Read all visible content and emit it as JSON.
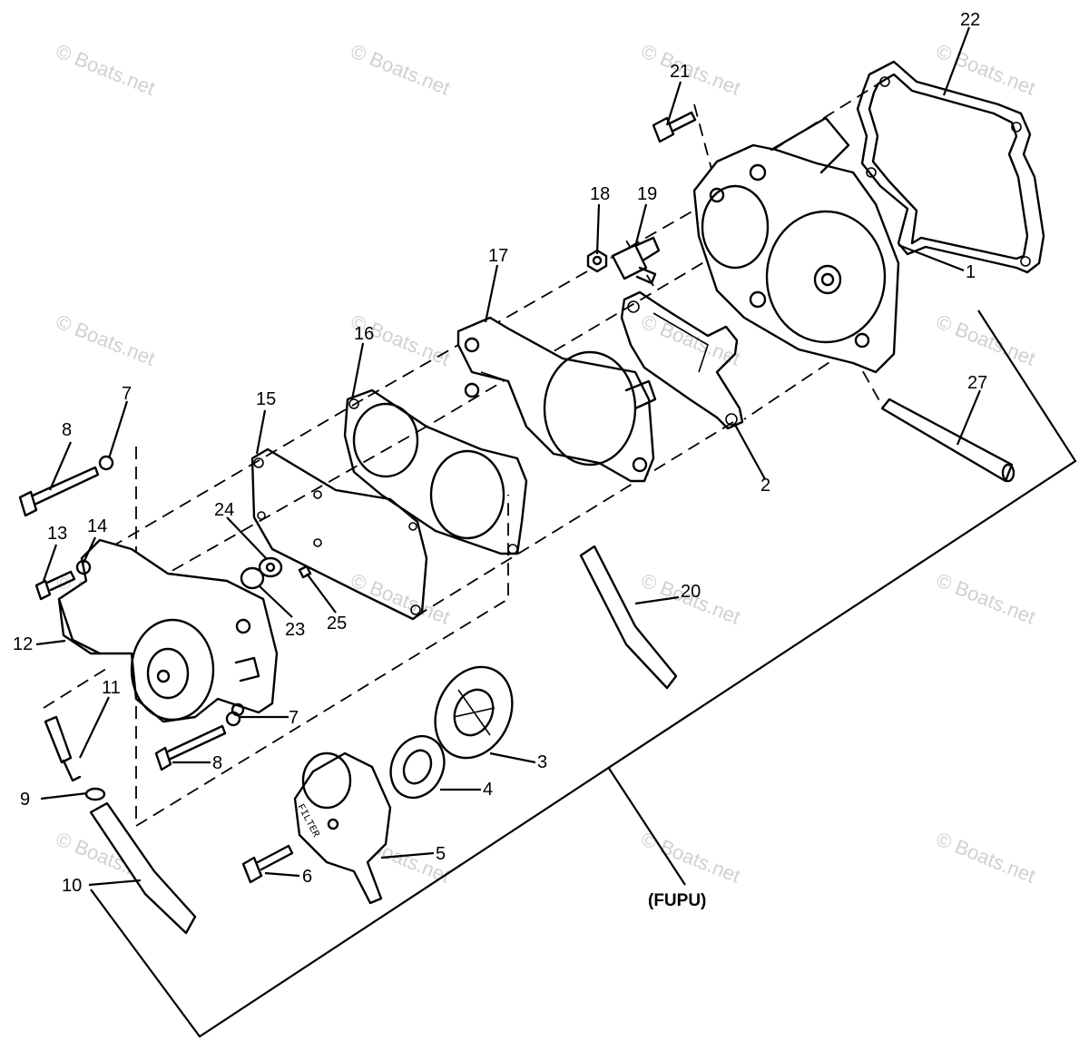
{
  "watermark": "© Boats.net",
  "assembly_label": "(FUPU)",
  "filter_text": "FILTER",
  "callouts": {
    "c1": "1",
    "c2": "2",
    "c3": "3",
    "c4": "4",
    "c5": "5",
    "c6": "6",
    "c7a": "7",
    "c7b": "7",
    "c8a": "8",
    "c8b": "8",
    "c9": "9",
    "c10": "10",
    "c11": "11",
    "c12": "12",
    "c13": "13",
    "c14": "14",
    "c15": "15",
    "c16": "16",
    "c17": "17",
    "c18": "18",
    "c19": "19",
    "c20": "20",
    "c21": "21",
    "c22": "22",
    "c23": "23",
    "c24": "24",
    "c25": "25",
    "c27": "27"
  }
}
